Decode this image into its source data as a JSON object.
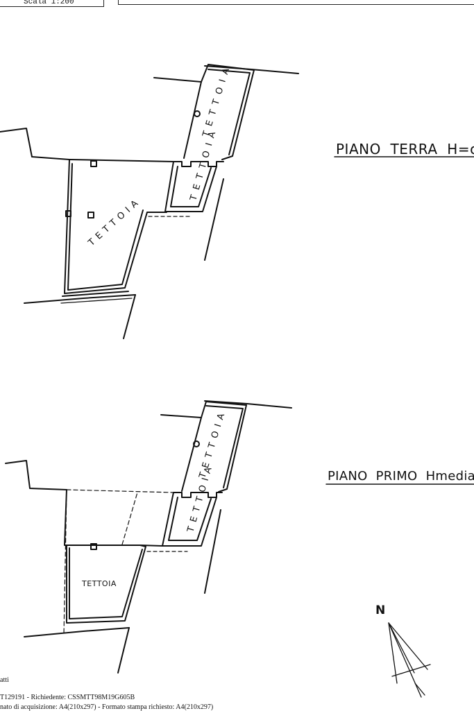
{
  "header": {
    "scale_label": "Scala 1:200"
  },
  "floors": [
    {
      "title": "PIANO  TERRA  H=cm",
      "labels": [
        "TETTOIA",
        "TETTOIA",
        "TETTOIA"
      ]
    },
    {
      "title": "PIANO  PRIMO  Hmedia=cm",
      "labels": [
        "TETTOIA",
        "TETTOIA",
        "TETTOIA"
      ]
    }
  ],
  "north_label": "N",
  "footer": {
    "line1": "atti",
    "line2": "T129191 - Richiedente: CSSMTT98M19G605B",
    "line3": "nato di acquisizione: A4(210x297) - Formato stampa richiesto: A4(210x297)"
  }
}
